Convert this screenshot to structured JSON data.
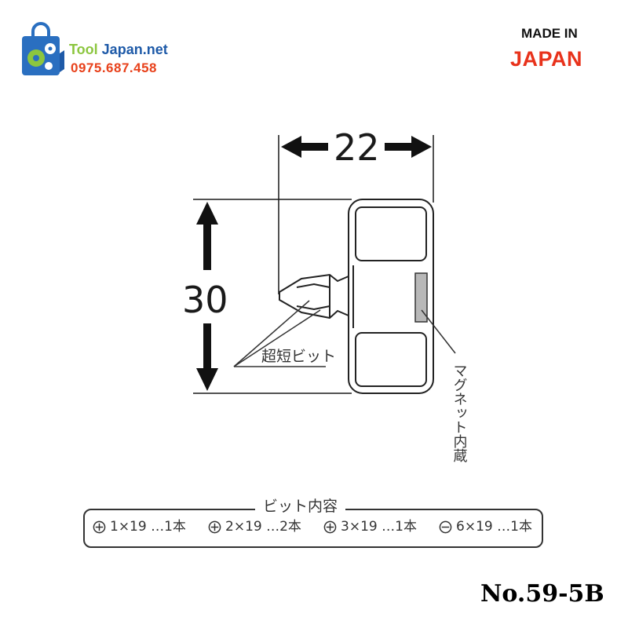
{
  "logo": {
    "brand_tool": "Tool",
    "brand_domain": "Japan.net",
    "phone": "0975.687.458"
  },
  "origin": {
    "line1": "MADE IN",
    "line2": "JAPAN"
  },
  "dimensions": {
    "width": "22",
    "height": "30"
  },
  "labels": {
    "bit": "超短ビット",
    "magnet": "マグネット内蔵"
  },
  "bit_contents": {
    "title": "ビット内容",
    "items": [
      {
        "symbol": "plus-icon",
        "text": "1×19 …1本"
      },
      {
        "symbol": "plus-icon",
        "text": "2×19 …2本"
      },
      {
        "symbol": "plus-icon",
        "text": "3×19 …1本"
      },
      {
        "symbol": "minus-icon",
        "text": "6×19 …1本"
      }
    ]
  },
  "model": "No.59-5B",
  "colors": {
    "brand_green": "#8cc63f",
    "brand_blue": "#1e5aa8",
    "brand_orange": "#e8411b",
    "japan_red": "#e8321b"
  }
}
